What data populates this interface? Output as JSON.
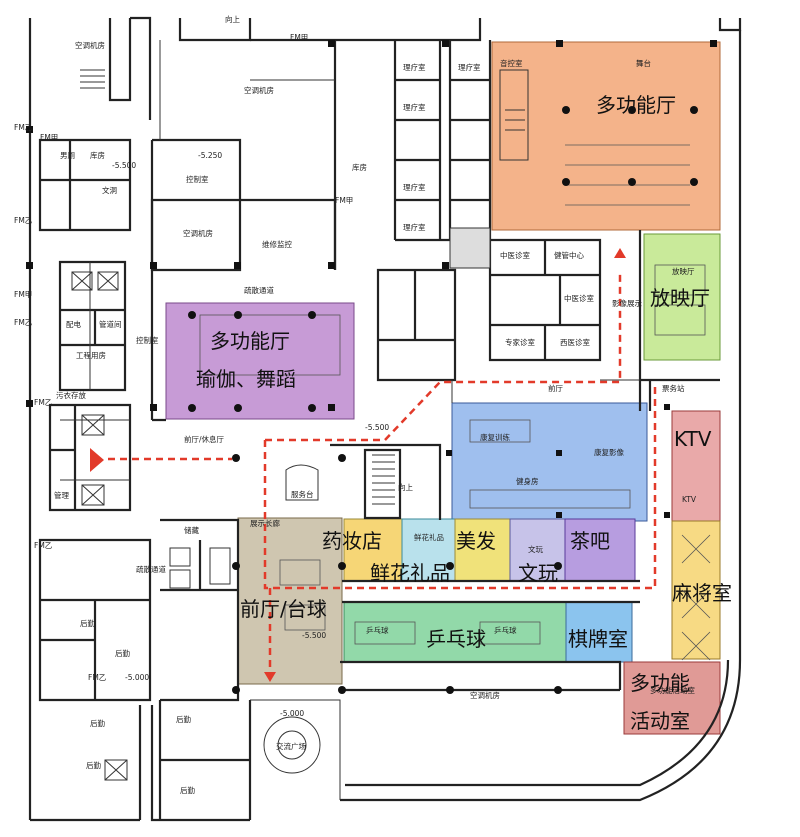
{
  "labels": {
    "multi_hall": "多功能厅",
    "cinema": "放映厅",
    "cinema_room": "放映厅",
    "multi_yoga_1": "多功能厅",
    "multi_yoga_2": "瑜伽、舞蹈",
    "ktv": "KTV",
    "ktv_small": "KTV",
    "pharmacy": "药妆店",
    "hair": "美发",
    "tea": "茶吧",
    "flower_small": "鲜花礼品",
    "flower": "鲜花礼品",
    "culture_small": "文玩",
    "culture": "文玩",
    "mahjong": "麻将室",
    "lobby_billiards": "前厅/台球",
    "pingpong": "乒乓球",
    "pingpong_small_1": "乒乓球",
    "pingpong_small_2": "乒乓球",
    "chess": "棋牌室",
    "multi_activity_1": "多功能",
    "multi_activity_2": "活动室",
    "multi_activity_small": "多功能活动室"
  },
  "small_labels": {
    "ac_room_1": "空调机房",
    "ac_room_2": "空调机房",
    "ac_room_3": "空调机房",
    "ac_room_4": "空调机房",
    "storage": "库房",
    "storage_2": "库房",
    "men_wc": "男厕",
    "cleaning": "文洞",
    "control_room_1": "控制室",
    "control_room_2": "控制室",
    "maintenance": "维修监控",
    "evac_corridor": "疏散通道",
    "evac_corridor_2": "疏散通道",
    "power": "配电",
    "pipe": "管道间",
    "tools": "工程用房",
    "laundry": "污衣存放",
    "lobby_rest": "前厅/休息厅",
    "manager": "管理",
    "therapy_1": "理疗室",
    "therapy_2": "理疗室",
    "therapy_3": "理疗室",
    "therapy_4": "理疗室",
    "therapy_5": "理疗室",
    "sound_control": "音控室",
    "stage": "舞台",
    "tcm": "中医诊室",
    "health_center": "健管中心",
    "tcm_2": "中医诊室",
    "expert": "专家诊室",
    "western": "西医诊室",
    "projection": "影像展示",
    "front_hall": "前厅",
    "ticket": "票务站",
    "rehab_training": "康复训练",
    "rehab_eval": "康复影像",
    "gym": "健身房",
    "service_desk": "服务台",
    "display": "展示长廊",
    "storage_3": "储藏",
    "back_1": "后勤",
    "back_2": "后勤",
    "back_3": "后勤",
    "back_4": "后勤",
    "back_5": "后勤",
    "back_6": "后勤",
    "plaza": "交流广场",
    "up_1": "向上",
    "up_2": "向上",
    "level_1": "-5.500",
    "level_2": "-5.500",
    "level_3": "-5.500",
    "level_4": "-5.000",
    "level_5": "-5.000",
    "level_6": "-5.250",
    "fm_1": "FM乙",
    "fm_2": "FM乙",
    "fm_3": "FM甲",
    "fm_4": "FM乙",
    "fm_5": "FM乙",
    "fm_6": "FM乙",
    "fm_7": "FM甲",
    "fm_8": "FM甲",
    "fm_9": "FM甲",
    "fm_10": "FM乙"
  },
  "colors": {
    "multi_hall": "#f4b38a",
    "cinema": "#c9ea9a",
    "yoga": "#c79bd6",
    "rehab": "#9fbfee",
    "ktv": "#e9a9a9",
    "pharmacy": "#f6d676",
    "flower": "#b9e1ec",
    "hair": "#f0e27a",
    "culture": "#c7c3e9",
    "tea": "#b79de0",
    "mahjong": "#f7da84",
    "lobby": "#cfc6b0",
    "pingpong": "#92d9a9",
    "chess": "#8bc4ee",
    "activity": "#e09a96",
    "route": "#e23a2a"
  }
}
